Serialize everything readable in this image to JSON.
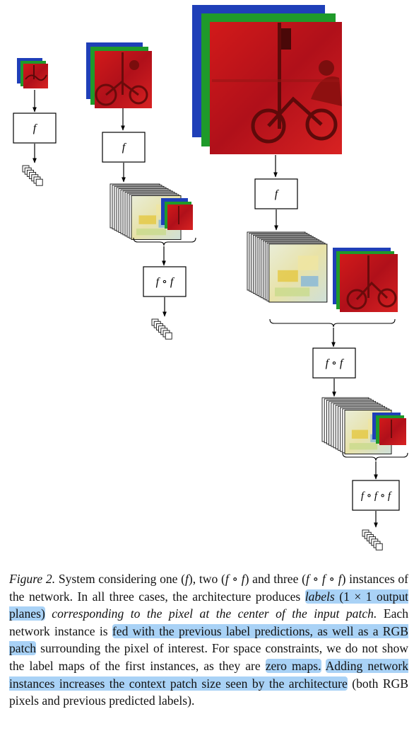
{
  "figure": {
    "labels": {
      "f": "f",
      "fof": "f ∘ f",
      "fofof": "f ∘ f ∘ f"
    },
    "colors": {
      "red": "#c8141a",
      "green": "#1f9a2a",
      "blue": "#1f3fb8",
      "stack": "#2a2a2a"
    }
  },
  "caption": {
    "label": "Figure 2.",
    "t1": " System considering one (",
    "m1": "f",
    "t2": "), two (",
    "m2": "f ∘ f",
    "t3": ") and three (",
    "m3": "f ∘ f ∘ f",
    "t4": ") instances of the network. In all three cases, the architecture produces ",
    "hl1a": "labels",
    "hl1b": " (1 × 1 output planes)",
    "t5": " ",
    "it1": "corresponding to the pixel at the center of the input patch.",
    "t6": " Each network instance is ",
    "hl2": "fed with the previous label predictions, as well as a RGB patch",
    "t7": " surrounding the pixel of interest. For space constraints, we do not show the label maps of the first instances, as they are ",
    "hl3": "zero maps.",
    "t8": " ",
    "hl4": "Adding network instances increases the context patch size seen by the architecture",
    "t9": " (both RGB pixels and previous predicted labels)."
  }
}
